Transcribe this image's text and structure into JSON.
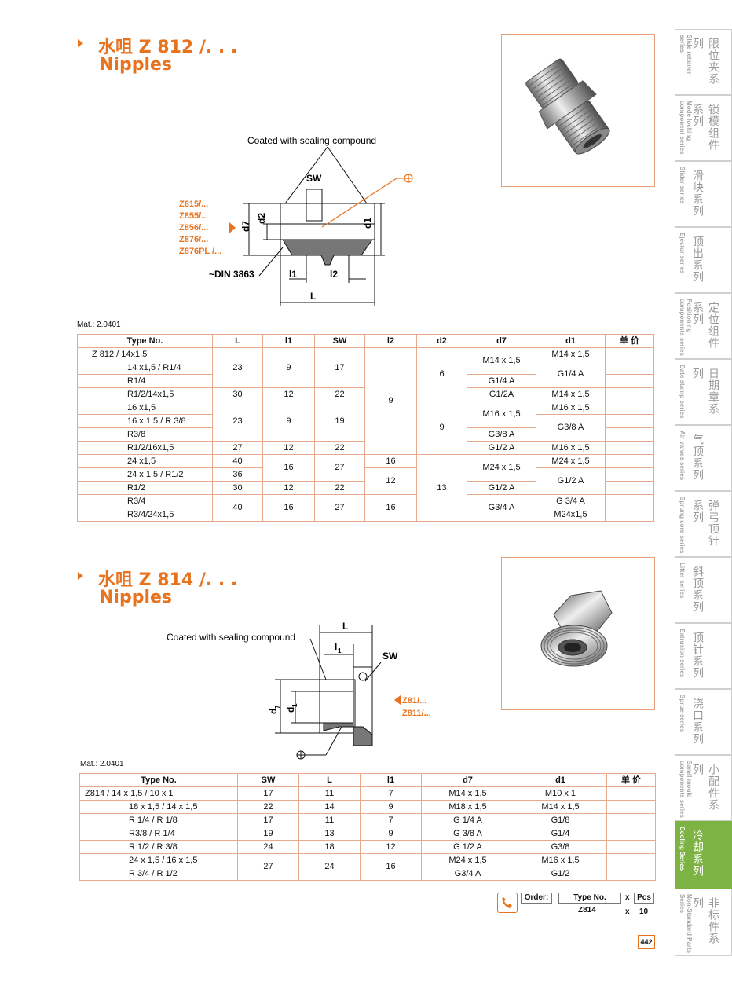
{
  "section1": {
    "title_cn": "水咀 Z 812 /. . .",
    "title_en": "Nipples",
    "drawing": {
      "coating_label": "Coated with sealing compound",
      "sw": "SW",
      "ref_list": [
        "Z815/...",
        "Z855/...",
        "Z856/...",
        "Z876/...",
        "Z876PL /..."
      ],
      "din": "~DIN 3863",
      "d7": "d7",
      "d2": "d2",
      "d1": "d1",
      "l1": "l1",
      "l2": "l2",
      "L": "L"
    },
    "material": "Mat.: 2.0401",
    "columns": [
      "Type No.",
      "L",
      "l1",
      "SW",
      "l2",
      "d2",
      "d7",
      "d1",
      "单 价"
    ],
    "rows": [
      {
        "type": "Z 812  / 14x1,5",
        "L": "23",
        "l1": "9",
        "SW": "17",
        "l2": "9",
        "d2": "6",
        "d7": "M14 x 1,5",
        "d1": "M14 x 1,5"
      },
      {
        "type": "14 x1,5 / R1/4",
        "d1": "G1/4 A"
      },
      {
        "type": "R1/4",
        "d7": "G1/4 A"
      },
      {
        "type": "R1/2/14x1,5",
        "L": "30",
        "l1": "12",
        "SW": "22",
        "d7": "G1/2A",
        "d1": "M14 x 1,5"
      },
      {
        "type": "16 x1,5",
        "L": "23",
        "l1": "9",
        "SW": "19",
        "d2": "9",
        "d7": "M16 x 1,5",
        "d1": "M16 x 1,5"
      },
      {
        "type": "16 x 1,5 / R 3/8",
        "d1": "G3/8 A"
      },
      {
        "type": "R3/8",
        "d7": "G3/8 A"
      },
      {
        "type": "R1/2/16x1,5",
        "L": "27",
        "l1": "12",
        "SW": "22",
        "d7": "G1/2 A",
        "d1": "M16 x 1,5"
      },
      {
        "type": "24 x1,5",
        "L": "40",
        "l1": "16",
        "SW": "27",
        "l2": "16",
        "d2": "13",
        "d7": "M24 x 1,5",
        "d1": "M24 x 1,5"
      },
      {
        "type": "24 x 1,5 / R1/2",
        "L": "36",
        "l2": "12",
        "d1": "G1/2 A"
      },
      {
        "type": "R1/2",
        "L": "30",
        "l1": "12",
        "SW": "22",
        "d7": "G1/2 A"
      },
      {
        "type": "R3/4",
        "L": "40",
        "l1": "16",
        "SW": "27",
        "l2": "16",
        "d7": "G3/4 A",
        "d1": "G 3/4 A"
      },
      {
        "type": "R3/4/24x1,5",
        "d1": "M24x1,5"
      }
    ]
  },
  "section2": {
    "title_cn": "水咀 Z 814 /. . .",
    "title_en": "Nipples",
    "drawing": {
      "coating_label": "Coated with sealing compound",
      "L": "L",
      "l1": "l",
      "l1_sub": "1",
      "sw": "SW",
      "d7": "d",
      "d7_sub": "7",
      "d1": "d",
      "d1_sub": "1",
      "ref_list": [
        "Z81/...",
        "Z811/..."
      ]
    },
    "material": "Mat.: 2.0401",
    "columns": [
      "Type No.",
      "SW",
      "L",
      "l1",
      "d7",
      "d1",
      "单 价"
    ],
    "rows": [
      {
        "type": "Z814 / 14 x 1,5 / 10 x 1",
        "SW": "17",
        "L": "11",
        "l1": "7",
        "d7": "M14 x 1,5",
        "d1": "M10 x 1"
      },
      {
        "type": "18 x 1,5 / 14 x 1,5",
        "SW": "22",
        "L": "14",
        "l1": "9",
        "d7": "M18 x 1,5",
        "d1": "M14 x 1,5"
      },
      {
        "type": "R 1/4 / R 1/8",
        "SW": "17",
        "L": "11",
        "l1": "7",
        "d7": "G 1/4 A",
        "d1": "G1/8"
      },
      {
        "type": "R3/8 / R 1/4",
        "SW": "19",
        "L": "13",
        "l1": "9",
        "d7": "G 3/8 A",
        "d1": "G1/4"
      },
      {
        "type": "R 1/2 / R 3/8",
        "SW": "24",
        "L": "18",
        "l1": "12",
        "d7": "G 1/2 A",
        "d1": "G3/8"
      },
      {
        "type": "24 x 1,5 / 16 x 1,5",
        "SW": "27",
        "L": "24",
        "l1": "16",
        "d7": "M24 x 1,5",
        "d1": "M16 x 1,5"
      },
      {
        "type": "R 3/4 / R 1/2",
        "d7": "G3/4 A",
        "d1": "G1/2"
      }
    ]
  },
  "order": {
    "label": "Order:",
    "type_header": "Type No.",
    "x": "x",
    "pcs_header": "Pcs",
    "type_value": "Z814",
    "pcs_value": "10"
  },
  "page_number": "442",
  "sidebar": [
    {
      "cn": "限位夹系列",
      "en": "Slide retainer series"
    },
    {
      "cn": "锁模组件系列",
      "en": "Mode locking component series"
    },
    {
      "cn": "滑块系列",
      "en": "Slider series"
    },
    {
      "cn": "顶出系列",
      "en": "Ejector series"
    },
    {
      "cn": "定位组件系列",
      "en": "Positioning components series"
    },
    {
      "cn": "日期章系列",
      "en": "Date stamp series"
    },
    {
      "cn": "气顶系列",
      "en": "Air valves series"
    },
    {
      "cn": "弹弓顶针系列",
      "en": "Sprung core series"
    },
    {
      "cn": "斜顶系列",
      "en": "Lifter series"
    },
    {
      "cn": "顶针系列",
      "en": "Extrusion series"
    },
    {
      "cn": "浇口系列",
      "en": "Sprue series"
    },
    {
      "cn": "小配件系列",
      "en": "Samll mould components series"
    },
    {
      "cn": "冷却系列",
      "en": "Cooling Series",
      "active": true
    },
    {
      "cn": "非标件系列",
      "en": "Non-Standard Parts Series"
    }
  ],
  "colors": {
    "accent": "#e8731e",
    "sidebar_active": "#7cb342",
    "table_border": "#e7a98a"
  }
}
